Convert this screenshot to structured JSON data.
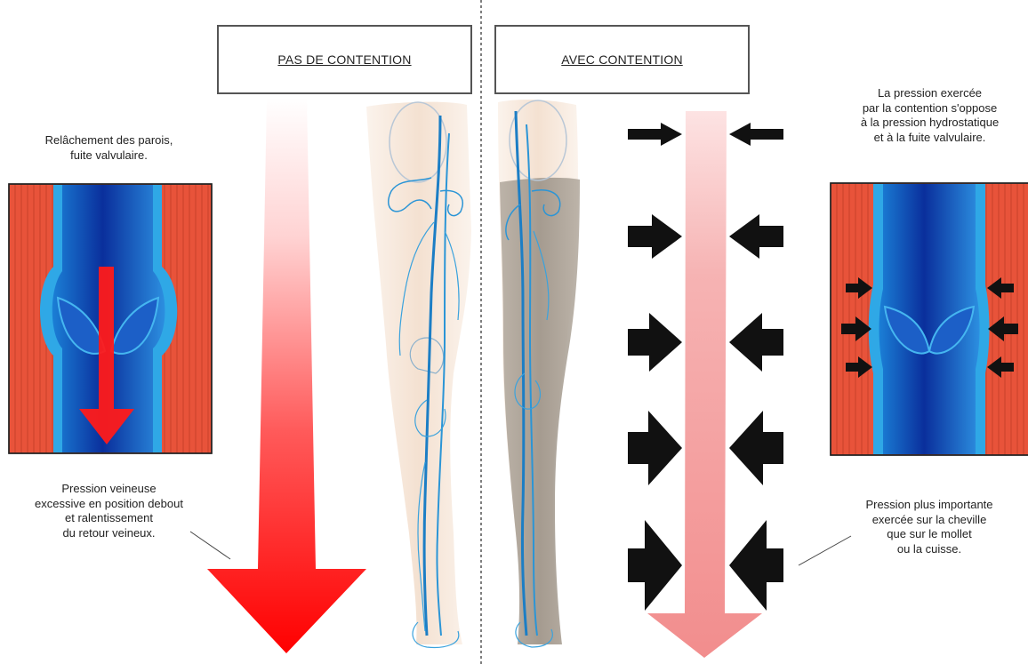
{
  "left_panel": {
    "title": "PAS DE CONTENTION",
    "caption_top": [
      "Relâchement des parois,",
      "fuite valvulaire."
    ],
    "caption_bottom": [
      "Pression veineuse",
      "excessive en position debout",
      "et ralentissement",
      "du retour veineux."
    ]
  },
  "right_panel": {
    "title": "AVEC CONTENTION",
    "caption_top": [
      "La pression exercée",
      "par la contention s'oppose",
      "à la pression hydrostatique",
      "et à la fuite valvulaire."
    ],
    "caption_bottom": [
      "Pression plus importante",
      "exercée sur la cheville",
      "que sur le mollet",
      "ou la cuisse."
    ]
  },
  "colors": {
    "muscle": "#e8533a",
    "vein_dark": "#0a2f9c",
    "vein_light": "#2fa8e6",
    "pressure_red": "#ff0000",
    "pressure_pink": "#f39a9a",
    "stocking": "#a39a8e",
    "skin": "#f6e6d8",
    "arrows": "#111111"
  },
  "icons": [
    "leg-veins-icon",
    "leg-stocking-icon",
    "vein-valve-open-icon",
    "vein-valve-closed-icon",
    "down-arrow-icon",
    "compression-arrow-icon"
  ]
}
